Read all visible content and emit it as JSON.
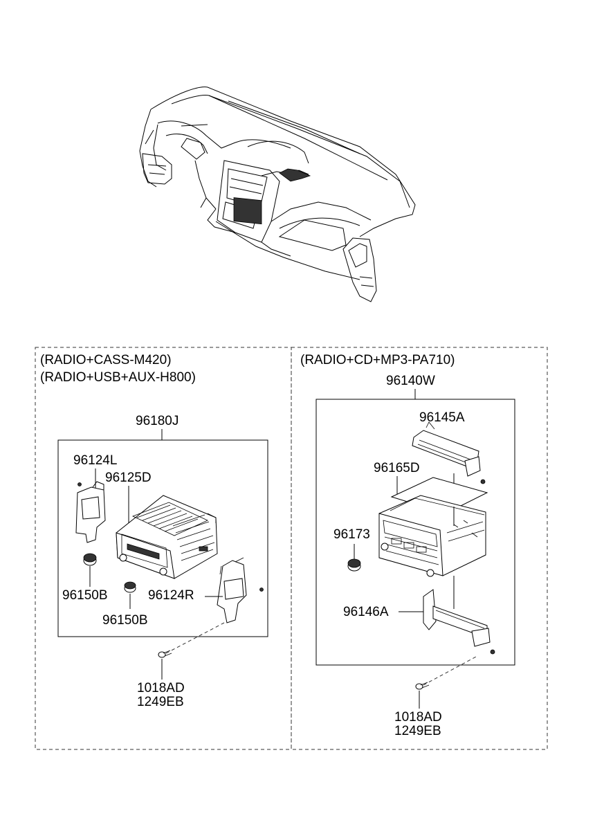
{
  "left_panel": {
    "variant_line1": "(RADIO+CASS-M420)",
    "variant_line2": "(RADIO+USB+AUX-H800)",
    "assembly": "96180J",
    "bracket_left": "96124L",
    "cover": "96125D",
    "knob_1": "96150B",
    "knob_2": "96150B",
    "bracket_right": "96124R",
    "screw_1": "1018AD",
    "screw_2": "1249EB"
  },
  "right_panel": {
    "variant": "(RADIO+CD+MP3-PA710)",
    "assembly": "96140W",
    "bracket_top": "96145A",
    "cover": "96165D",
    "knob": "96173",
    "bracket_bottom": "96146A",
    "screw_1": "1018AD",
    "screw_2": "1249EB"
  }
}
